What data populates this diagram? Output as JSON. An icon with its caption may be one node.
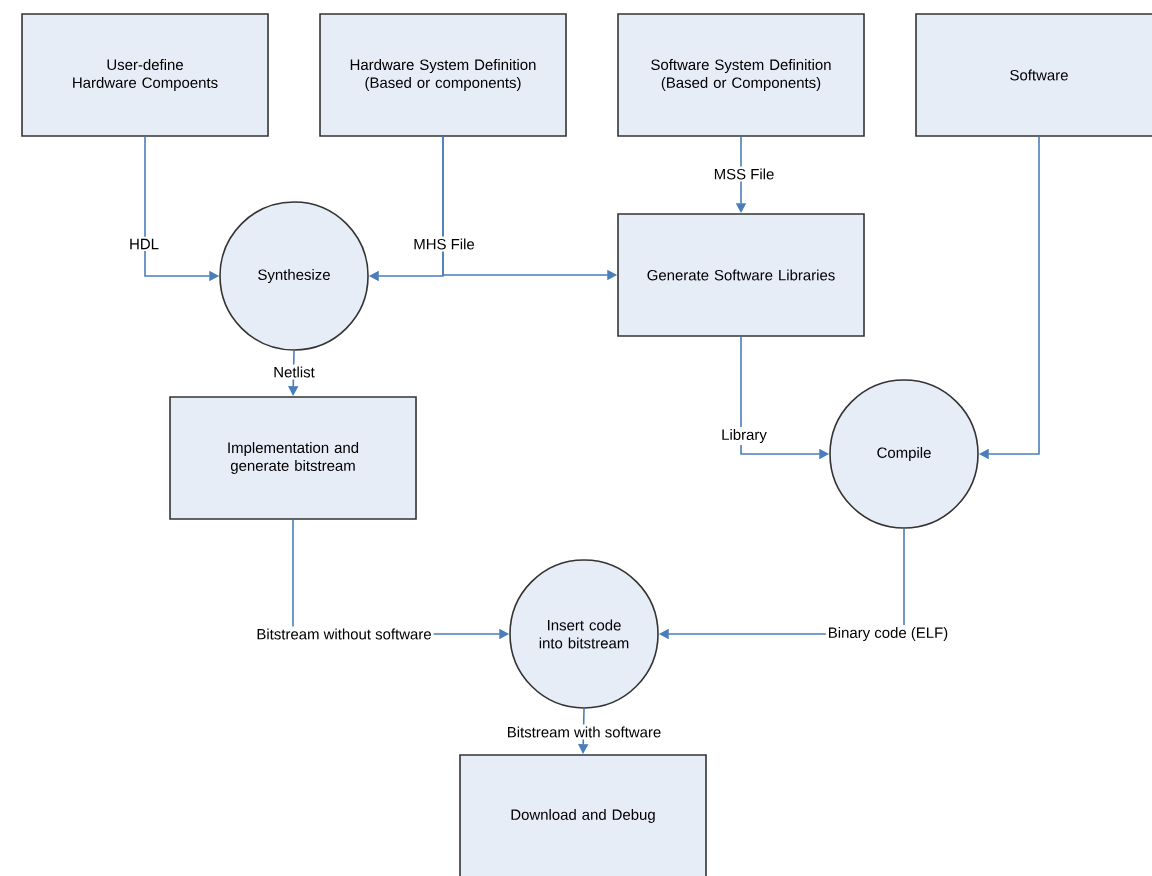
{
  "diagram": {
    "nodes": [
      {
        "text": [
          "User-define Hardware Compoents"
        ]
      },
      {
        "text": [
          "Hardware System Definition (Based or components)"
        ]
      },
      {
        "text": [
          "Software System Definition (Based or Components)"
        ]
      },
      {
        "text": [
          "Software"
        ]
      },
      {
        "text": [
          "Synthesize"
        ]
      },
      {
        "text": [
          "Generate Software Libraries"
        ]
      },
      {
        "text": [
          "Implementation and generate bitstream"
        ]
      },
      {
        "text": [
          "Compile"
        ]
      },
      {
        "text": [
          "Insert code into bitstream"
        ]
      },
      {
        "text": [
          "Download and Debug"
        ]
      }
    ],
    "edges": [
      {
        "from": 0,
        "to": 4,
        "arrow": "to",
        "label": "HDL"
      },
      {
        "from": 1,
        "to": 4,
        "arrow": "to",
        "label": "MHS File"
      },
      {
        "from": 1,
        "to": 5,
        "arrow": "to"
      },
      {
        "from": 2,
        "to": 5,
        "arrow": "to",
        "label": "MSS File"
      },
      {
        "from": 4,
        "to": 6,
        "arrow": "to",
        "label": "Netlist"
      },
      {
        "from": 5,
        "to": 7,
        "arrow": "to",
        "label": "Library"
      },
      {
        "from": 3,
        "to": 7,
        "arrow": "to"
      },
      {
        "from": 6,
        "to": 8,
        "arrow": "to",
        "label": "Bitstream without software"
      },
      {
        "from": 7,
        "to": 8,
        "arrow": "to",
        "label": "Binary code (ELF)"
      },
      {
        "from": 8,
        "to": 9,
        "arrow": "to",
        "label": "Bitstream with software"
      }
    ]
  }
}
